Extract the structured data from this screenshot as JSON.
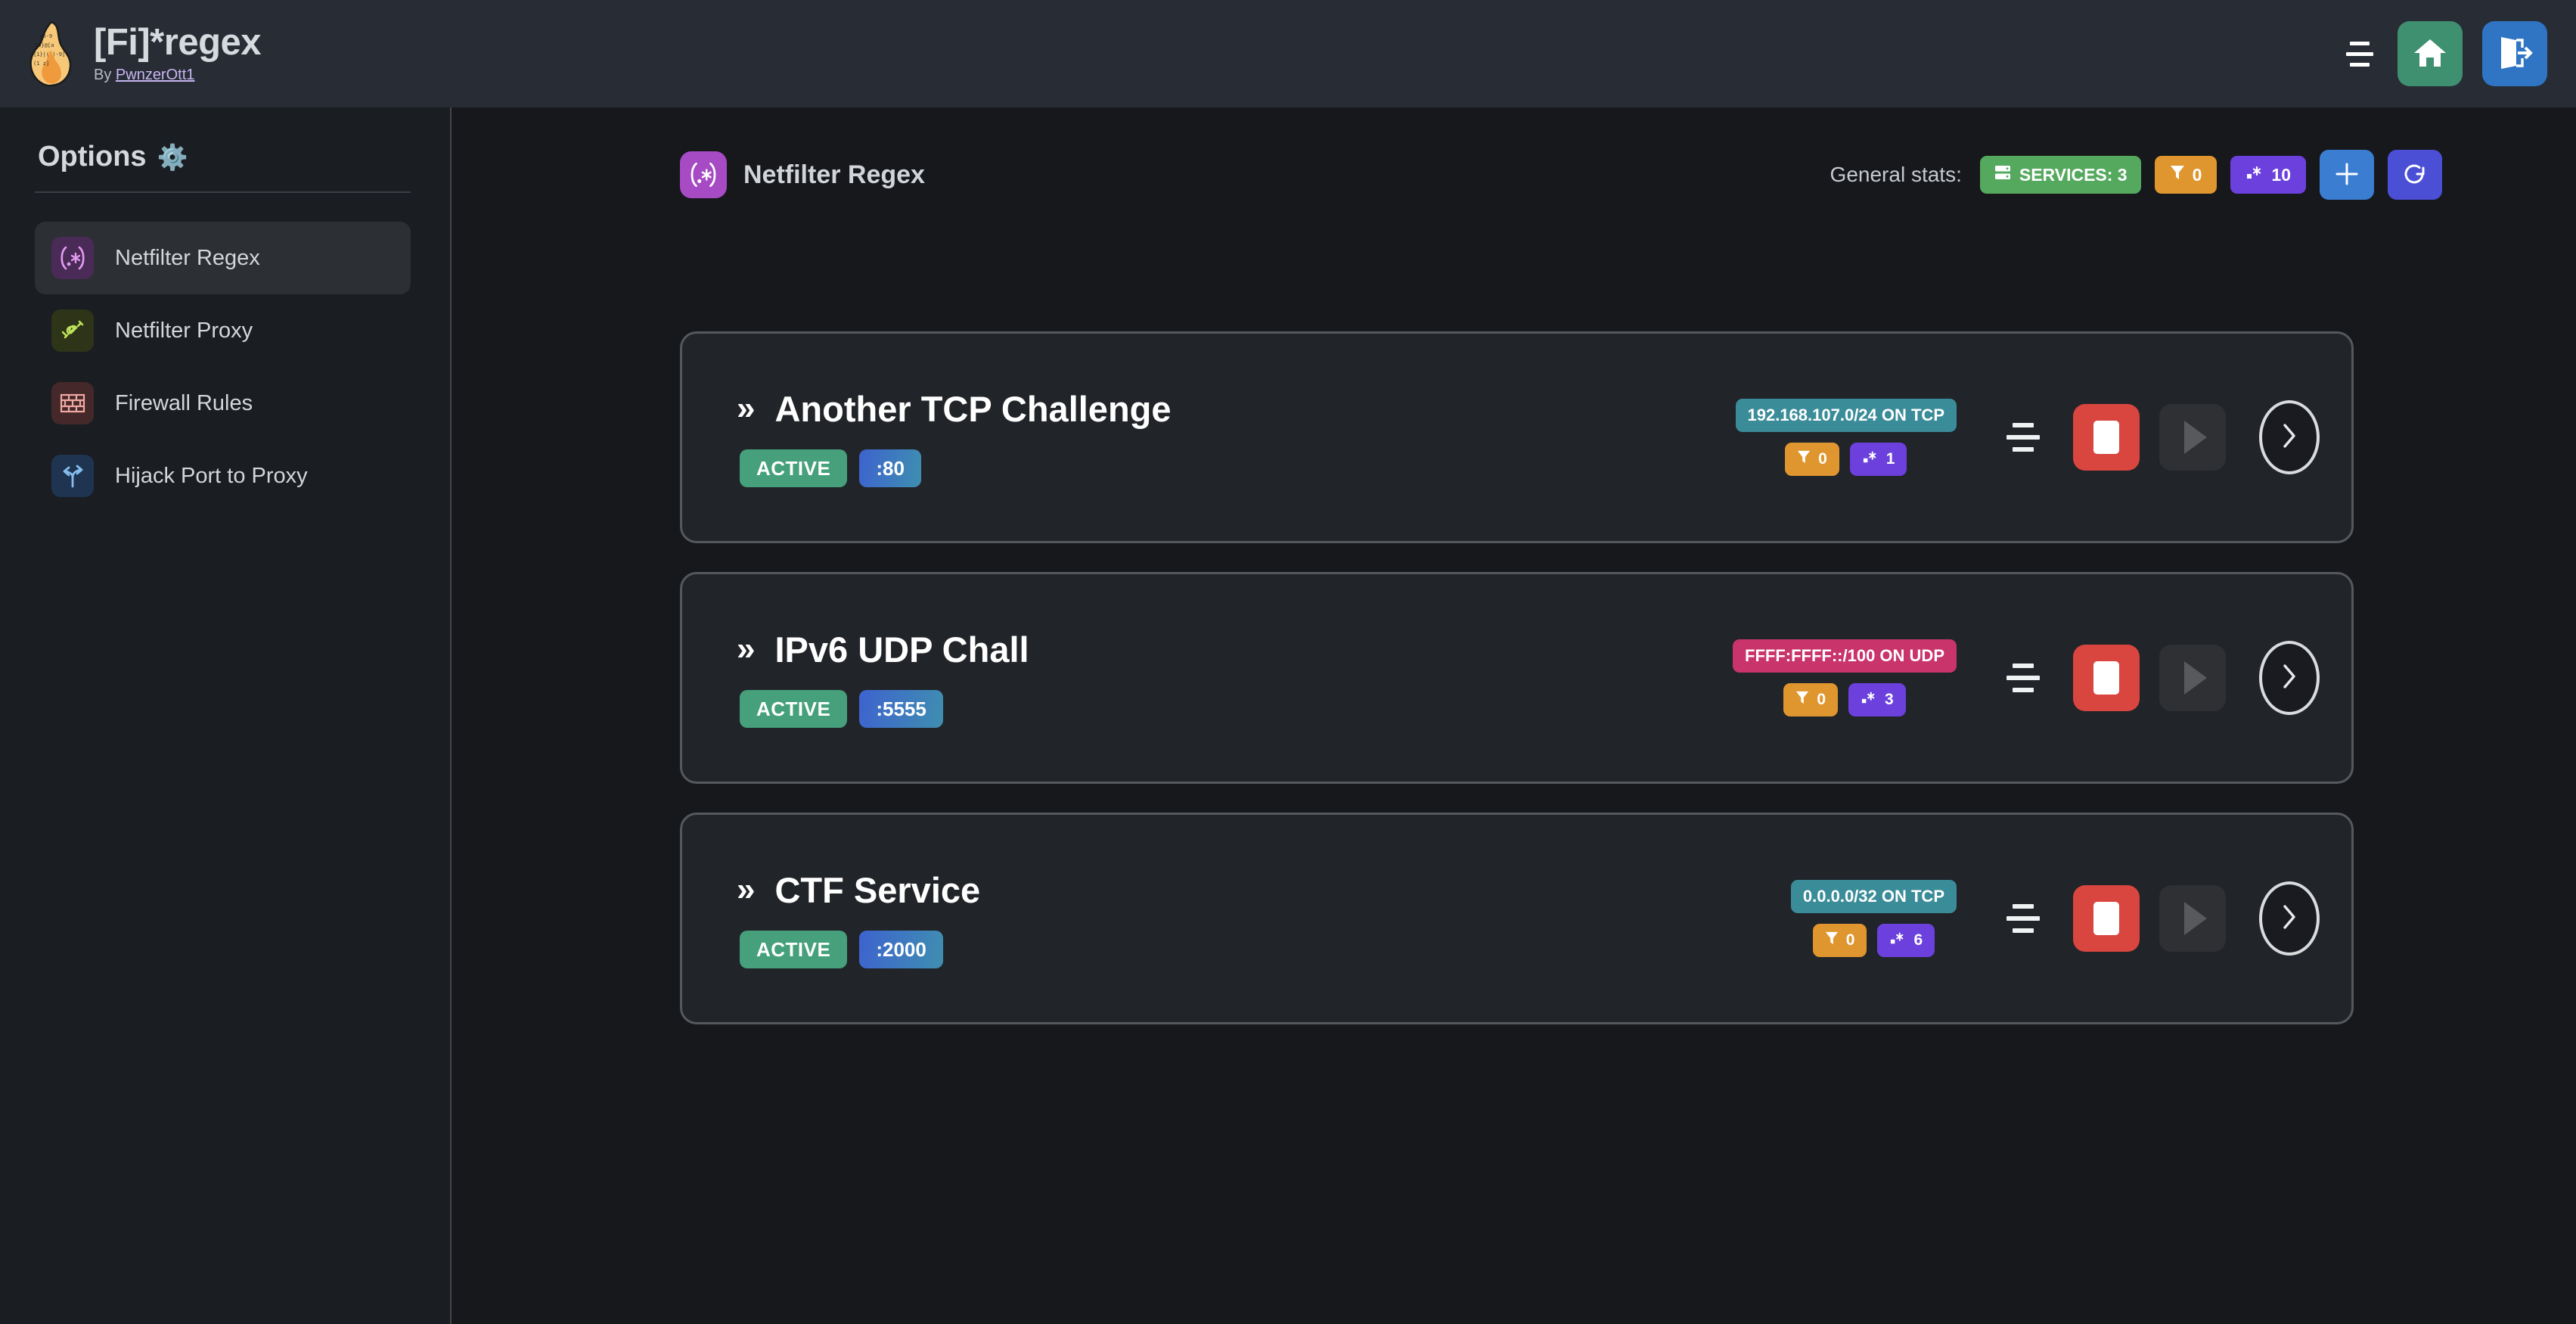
{
  "header": {
    "logo_icon": "flame-regex-logo",
    "title": "[Fi]*regex",
    "by_prefix": "By ",
    "author": "PwnzerOtt1",
    "menu_icon": "hamburger-menu-icon",
    "home_icon": "home-icon",
    "logout_icon": "logout-icon"
  },
  "sidebar": {
    "heading": "Options",
    "heading_icon": "gear-icon",
    "items": [
      {
        "label": "Netfilter Regex",
        "icon": "regex-icon",
        "active": true
      },
      {
        "label": "Netfilter Proxy",
        "icon": "plug-connect-icon",
        "active": false
      },
      {
        "label": "Firewall Rules",
        "icon": "brick-wall-icon",
        "active": false
      },
      {
        "label": "Hijack Port to Proxy",
        "icon": "route-fork-icon",
        "active": false
      }
    ]
  },
  "main": {
    "page_title": "Netfilter Regex",
    "page_title_icon": "regex-icon",
    "stats_label": "General stats:",
    "stats": {
      "services_icon": "server-icon",
      "services_label": "SERVICES: 3",
      "filter_icon": "filter-icon",
      "filter_count": "0",
      "regex_icon": "regex-dot-star-icon",
      "regex_count": "10"
    },
    "add_button_icon": "plus-icon",
    "refresh_button_icon": "refresh-icon"
  },
  "services": [
    {
      "chevron": "»",
      "name": "Another TCP Challenge",
      "status": "ACTIVE",
      "port": ":80",
      "network": "192.168.107.0/24 ON TCP",
      "proto": "tcp",
      "filter_count": "0",
      "regex_count": "1",
      "drag_icon": "drag-handle-icon",
      "stop_icon": "stop-icon",
      "play_icon": "play-icon",
      "expand_icon": "chevron-right-icon"
    },
    {
      "chevron": "»",
      "name": "IPv6 UDP Chall",
      "status": "ACTIVE",
      "port": ":5555",
      "network": "FFFF:FFFF::/100 ON UDP",
      "proto": "udp",
      "filter_count": "0",
      "regex_count": "3",
      "drag_icon": "drag-handle-icon",
      "stop_icon": "stop-icon",
      "play_icon": "play-icon",
      "expand_icon": "chevron-right-icon"
    },
    {
      "chevron": "»",
      "name": "CTF Service",
      "status": "ACTIVE",
      "port": ":2000",
      "network": "0.0.0.0/32 ON TCP",
      "proto": "tcp",
      "filter_count": "0",
      "regex_count": "6",
      "drag_icon": "drag-handle-icon",
      "stop_icon": "stop-icon",
      "play_icon": "play-icon",
      "expand_icon": "chevron-right-icon"
    }
  ],
  "colors": {
    "header_bg": "#272c35",
    "sidebar_bg": "#1a1d21",
    "main_bg": "#16181c",
    "card_bg": "#212429",
    "card_border": "#55595e",
    "accent_green": "#45a07b",
    "accent_purple": "#6c40dd",
    "accent_orange": "#e0962f",
    "accent_red": "#d9453f",
    "accent_blue": "#3b7dd1",
    "accent_teal": "#3b8c99",
    "accent_pink": "#c9346a",
    "home_green": "#3f9070",
    "logout_blue": "#3074c4",
    "refresh_indigo": "#4a4fd6",
    "title_purple": "#a64bc4"
  }
}
